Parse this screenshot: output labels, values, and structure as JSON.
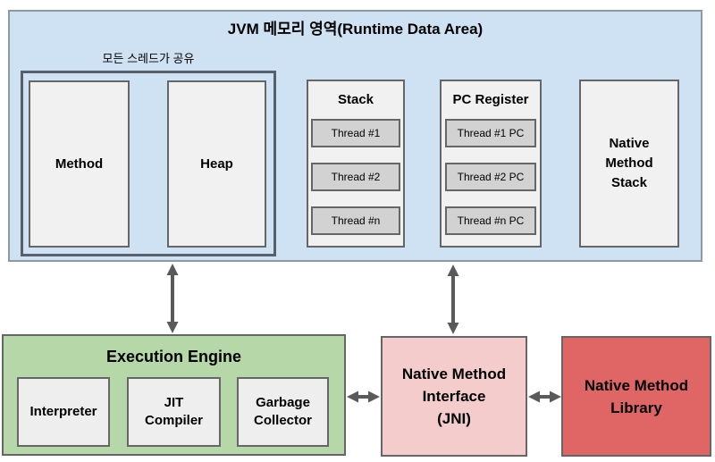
{
  "diagram": {
    "runtime_data_area": {
      "title": "JVM 메모리 영역(Runtime Data Area)",
      "shared_threads_label": "모든 스레드가 공유",
      "method_label": "Method",
      "heap_label": "Heap",
      "stack": {
        "title": "Stack",
        "threads": [
          "Thread #1",
          "Thread #2",
          "Thread #n"
        ]
      },
      "pc_register": {
        "title": "PC Register",
        "threads": [
          "Thread #1 PC",
          "Thread #2 PC",
          "Thread #n PC"
        ]
      },
      "native_method_stack_label": "Native\nMethod\nStack"
    },
    "execution_engine": {
      "title": "Execution Engine",
      "components": [
        "Interpreter",
        "JIT\nCompiler",
        "Garbage\nCollector"
      ]
    },
    "native_method_interface_label": "Native Method\nInterface\n(JNI)",
    "native_method_library_label": "Native Method\nLibrary",
    "colors": {
      "runtime_area_fill": "#cfe2f3",
      "execution_engine_fill": "#b6d7a8",
      "jni_fill": "#f4cccc",
      "library_fill": "#e06666",
      "panel_fill": "#f1f1f1",
      "thread_fill": "#d2d2d2",
      "box_border": "#666666",
      "shared_box_border": "#55606a",
      "arrow": "#5a5a5a"
    }
  }
}
